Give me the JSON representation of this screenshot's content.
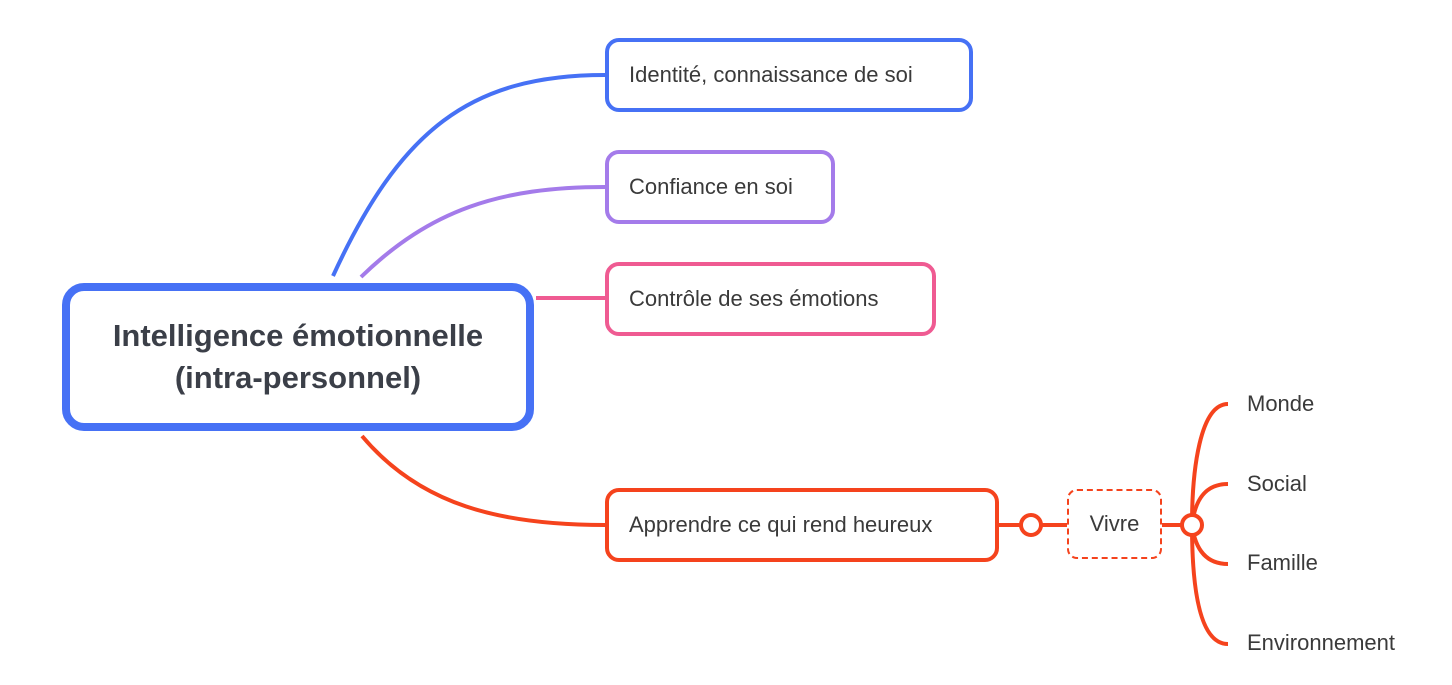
{
  "colors": {
    "root": "#4671f5",
    "identity": "#4671f5",
    "confidence": "#a47bea",
    "emotions": "#ef5b92",
    "happiness": "#f5431d"
  },
  "mindmap": {
    "root": {
      "line1": "Intelligence émotionnelle",
      "line2": "(intra-personnel)"
    },
    "branches": [
      {
        "label": "Identité, connaissance de soi"
      },
      {
        "label": "Confiance en soi"
      },
      {
        "label": "Contrôle de ses émotions"
      },
      {
        "label": "Apprendre ce qui rend heureux"
      }
    ],
    "sub_node": {
      "label": "Vivre"
    },
    "leaves": [
      {
        "label": "Monde"
      },
      {
        "label": "Social"
      },
      {
        "label": "Famille"
      },
      {
        "label": "Environnement"
      }
    ]
  }
}
